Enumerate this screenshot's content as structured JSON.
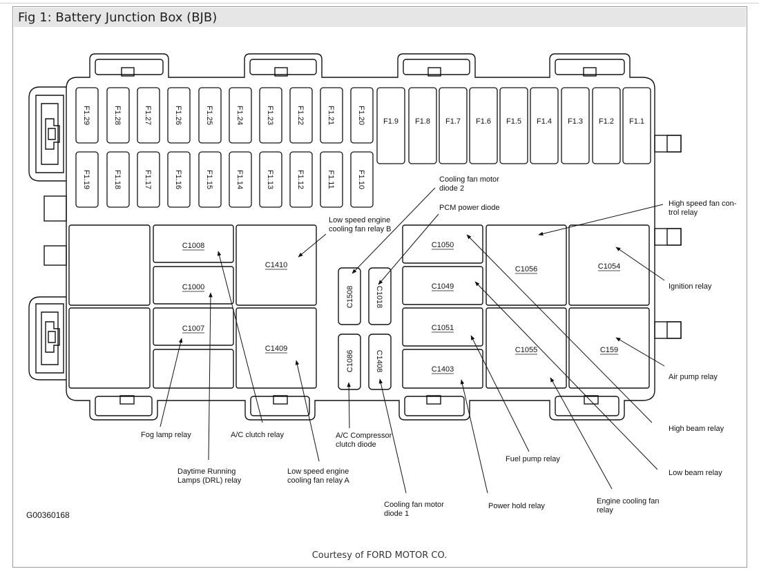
{
  "header": {
    "title": "Fig 1: Battery Junction Box (BJB)"
  },
  "fuses_top_row": [
    "F1.29",
    "F1.28",
    "F1.27",
    "F1.26",
    "F1.25",
    "F1.24",
    "F1.23",
    "F1.22",
    "F1.21",
    "F1.20"
  ],
  "fuses_bottom_row": [
    "F1.19",
    "F1.18",
    "F1.17",
    "F1.16",
    "F1.15",
    "F1.14",
    "F1.13",
    "F1.12",
    "F1.11",
    "F1.10"
  ],
  "fuses_large": [
    "F1.9",
    "F1.8",
    "F1.7",
    "F1.6",
    "F1.5",
    "F1.4",
    "F1.3",
    "F1.2",
    "F1.1"
  ],
  "components": {
    "c1008": "C1008",
    "c1000": "C1000",
    "c1007": "C1007",
    "c1410": "C1410",
    "c1409": "C1409",
    "c1508": "C1508",
    "c1018": "C1018",
    "c1086": "C1086",
    "c1408": "C1408",
    "c1050": "C1050",
    "c1049": "C1049",
    "c1051": "C1051",
    "c1403": "C1403",
    "c1056": "C1056",
    "c1054": "C1054",
    "c1055": "C1055",
    "c159": "C159"
  },
  "callouts": {
    "cooling_fan_motor_diode_2": [
      "Cooling fan motor",
      "diode 2"
    ],
    "pcm_power_diode": [
      "PCM power diode"
    ],
    "low_speed_fan_relay_b": [
      "Low speed engine",
      "cooling fan relay B"
    ],
    "high_speed_fan_control_relay": [
      "High speed fan con-",
      "trol relay"
    ],
    "ignition_relay": [
      "Ignition relay"
    ],
    "air_pump_relay": [
      "Air pump relay"
    ],
    "high_beam_relay": [
      "High beam relay"
    ],
    "low_beam_relay": [
      "Low beam relay"
    ],
    "fog_lamp_relay": [
      "Fog lamp relay"
    ],
    "ac_clutch_relay": [
      "A/C clutch relay"
    ],
    "ac_compressor_clutch_diode": [
      "A/C Compressor",
      "clutch diode"
    ],
    "fuel_pump_relay": [
      "Fuel pump relay"
    ],
    "drl_relay": [
      "Daytime Running",
      "Lamps (DRL) relay"
    ],
    "low_speed_fan_relay_a": [
      "Low speed engine",
      "cooling fan relay A"
    ],
    "cooling_fan_motor_diode_1": [
      "Cooling fan motor",
      "diode 1"
    ],
    "power_hold_relay": [
      "Power hold relay"
    ],
    "engine_cooling_fan_relay": [
      "Engine cooling fan",
      "relay"
    ]
  },
  "figure_id": "G00360168",
  "courtesy": "Courtesy of FORD MOTOR CO."
}
